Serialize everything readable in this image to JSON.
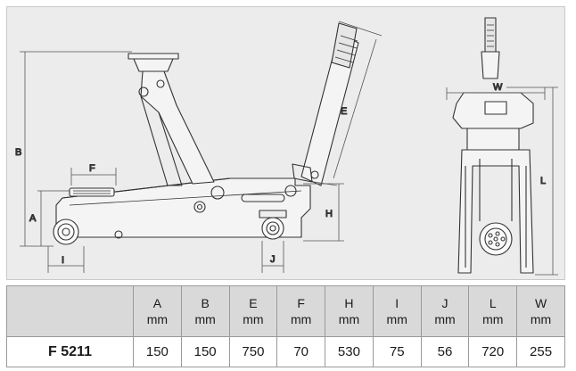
{
  "diagram": {
    "labels": {
      "a": "A",
      "b": "B",
      "e": "E",
      "f": "F",
      "h": "H",
      "i": "I",
      "j": "J",
      "l": "L",
      "w": "W"
    }
  },
  "table": {
    "columns": [
      {
        "key": "A",
        "label": "A",
        "unit": "mm"
      },
      {
        "key": "B",
        "label": "B",
        "unit": "mm"
      },
      {
        "key": "E",
        "label": "E",
        "unit": "mm"
      },
      {
        "key": "F",
        "label": "F",
        "unit": "mm"
      },
      {
        "key": "H",
        "label": "H",
        "unit": "mm"
      },
      {
        "key": "I",
        "label": "I",
        "unit": "mm"
      },
      {
        "key": "J",
        "label": "J",
        "unit": "mm"
      },
      {
        "key": "L",
        "label": "L",
        "unit": "mm"
      },
      {
        "key": "W",
        "label": "W",
        "unit": "mm"
      }
    ],
    "rows": [
      {
        "model": "F 5211",
        "values": [
          "150",
          "150",
          "750",
          "70",
          "530",
          "75",
          "56",
          "720",
          "255"
        ]
      }
    ]
  }
}
